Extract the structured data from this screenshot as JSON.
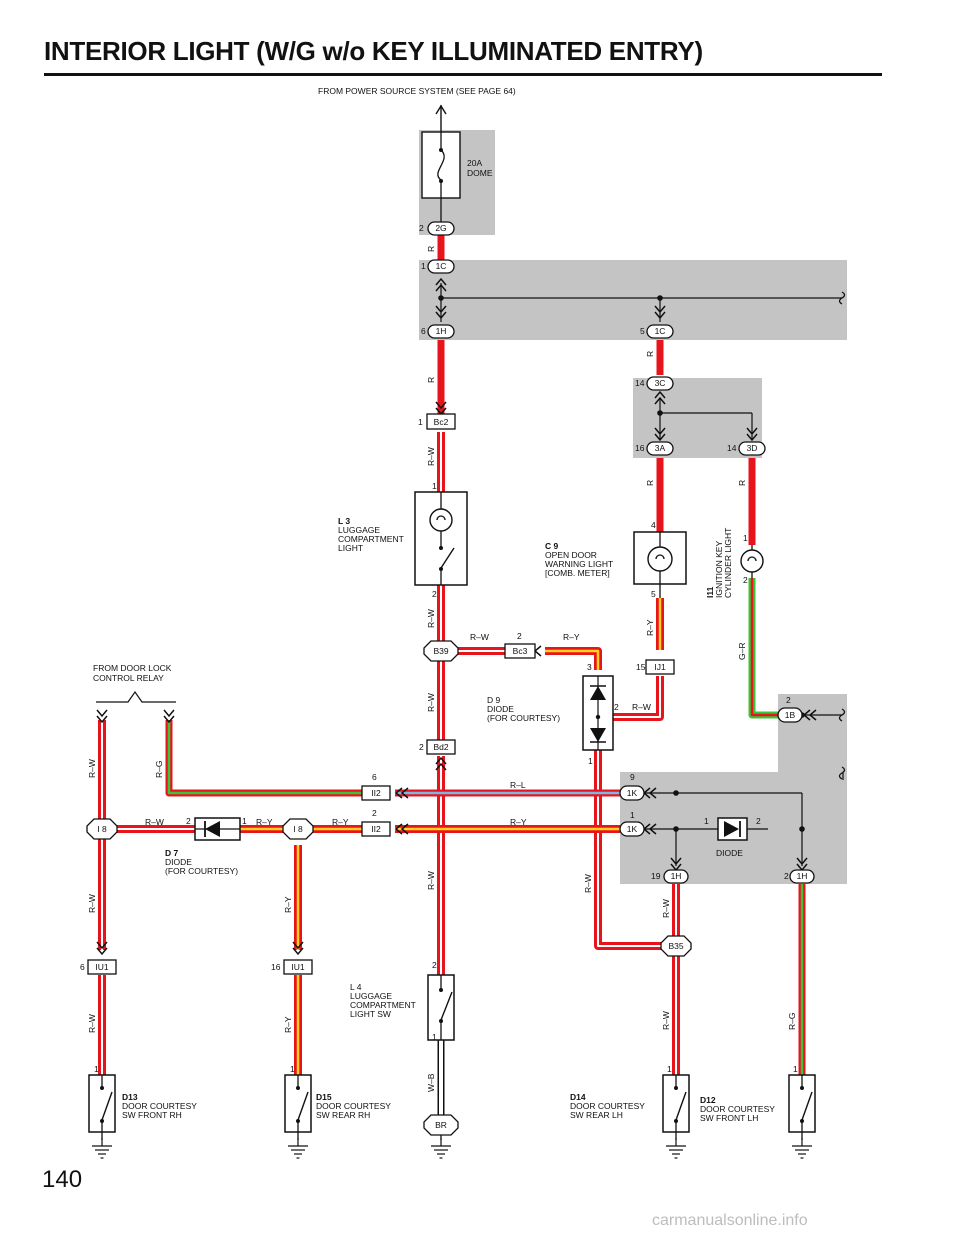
{
  "page": {
    "title": "INTERIOR LIGHT (W/G w/o KEY ILLUMINATED ENTRY)",
    "number": "140",
    "watermark": "carmanualsonline.info"
  },
  "source_label": "FROM POWER SOURCE SYSTEM (SEE PAGE 64)",
  "fuse": {
    "amps": "20A",
    "name": "DOME"
  },
  "door_lock_label": {
    "line1": "FROM DOOR LOCK",
    "line2": "CONTROL RELAY"
  },
  "connectors": {
    "c2g": "2G",
    "c1c_a": "1C",
    "c1h_a": "1H",
    "c1c_b": "1C",
    "c3c": "3C",
    "c3a": "3A",
    "c3d": "3D",
    "bc2": "Bc2",
    "b39": "B39",
    "bc3": "Bc3",
    "ij1": "IJ1",
    "bd2": "Bd2",
    "ii2_a": "II2",
    "ii2_b": "II2",
    "i8_a": "I 8",
    "i8_b": "I 8",
    "c1b": "1B",
    "c1k_a": "1K",
    "c1k_b": "1K",
    "c1h_b": "1H",
    "c1h_c": "1H",
    "b35": "B35",
    "iu1_a": "IU1",
    "iu1_b": "IU1",
    "br": "BR"
  },
  "pins": {
    "p2g": "2",
    "p1c": "1",
    "p1h": "6",
    "p5": "5",
    "p14a": "14",
    "p16": "16",
    "p14b": "14",
    "pbc2": "1",
    "pl3t": "1",
    "pl3b": "2",
    "pbc3": "2",
    "pd9a": "3",
    "pd9b": "2",
    "pd9c": "1",
    "pij1": "15",
    "pc9t": "4",
    "pc9b": "5",
    "pi11t": "1",
    "pi11b": "2",
    "pbd2": "2",
    "pii2a": "6",
    "pii2b": "2",
    "pd7a": "2",
    "pd7b": "1",
    "p1k_a": "9",
    "p1k_b": "1",
    "pdiode1": "1",
    "pdiode2": "2",
    "p1h19": "19",
    "p1h2": "2",
    "p1b": "2",
    "piu1a": "6",
    "piu1b": "16",
    "pl4t": "2",
    "pl4b": "1",
    "pd13": "1",
    "pd15": "1",
    "pd14": "1",
    "pd12": "1"
  },
  "wires": {
    "w1": "R",
    "w2": "R",
    "w3": "R",
    "w4": "R",
    "w5": "R",
    "w6": "R–W",
    "w7": "R–W",
    "w8": "R–W",
    "w9": "R–W",
    "w10": "R–Y",
    "w11": "R–Y",
    "w12": "R–W",
    "w13": "G–R",
    "w14": "R–W",
    "w15": "R–G",
    "w16": "R–L",
    "w17": "R–W",
    "w18": "R–Y",
    "w19": "R–Y",
    "w20": "R–W",
    "w21": "R–Y",
    "w22": "R–W",
    "w23": "R–Y",
    "w24": "R–W",
    "w25": "R–W",
    "w26": "R–W",
    "w27": "R–G",
    "w28": "R–W",
    "w29": "W–B"
  },
  "components": {
    "l3": {
      "code": "L 3",
      "l1": "LUGGAGE",
      "l2": "COMPARTMENT",
      "l3": "LIGHT"
    },
    "c9": {
      "code": "C 9",
      "l1": "OPEN DOOR",
      "l2": "WARNING LIGHT",
      "l3": "[COMB.  METER]"
    },
    "i11": {
      "code": "I11",
      "l1": "IGNITION KEY",
      "l2": "CYLINDER LIGHT"
    },
    "d9": {
      "code": "D 9",
      "l1": "DIODE",
      "l2": "(FOR COURTESY)"
    },
    "d7": {
      "code": "D 7",
      "l1": "DIODE",
      "l2": "(FOR COURTESY)"
    },
    "diode": {
      "label": "DIODE"
    },
    "l4": {
      "code": "L 4",
      "l1": "LUGGAGE",
      "l2": "COMPARTMENT",
      "l3": "LIGHT SW"
    },
    "d13": {
      "code": "D13",
      "l1": "DOOR COURTESY",
      "l2": "SW FRONT RH"
    },
    "d15": {
      "code": "D15",
      "l1": "DOOR COURTESY",
      "l2": "SW REAR RH"
    },
    "d14": {
      "code": "D14",
      "l1": "DOOR COURTESY",
      "l2": "SW REAR LH"
    },
    "d12": {
      "code": "D12",
      "l1": "DOOR COURTESY",
      "l2": "SW FRONT LH"
    }
  },
  "colors": {
    "red": "#e8141c",
    "yellow": "#ffd21f",
    "green": "#38c53a",
    "blue": "#7ab8e8",
    "white": "#ffffff",
    "junction": "#c4c4c4"
  }
}
